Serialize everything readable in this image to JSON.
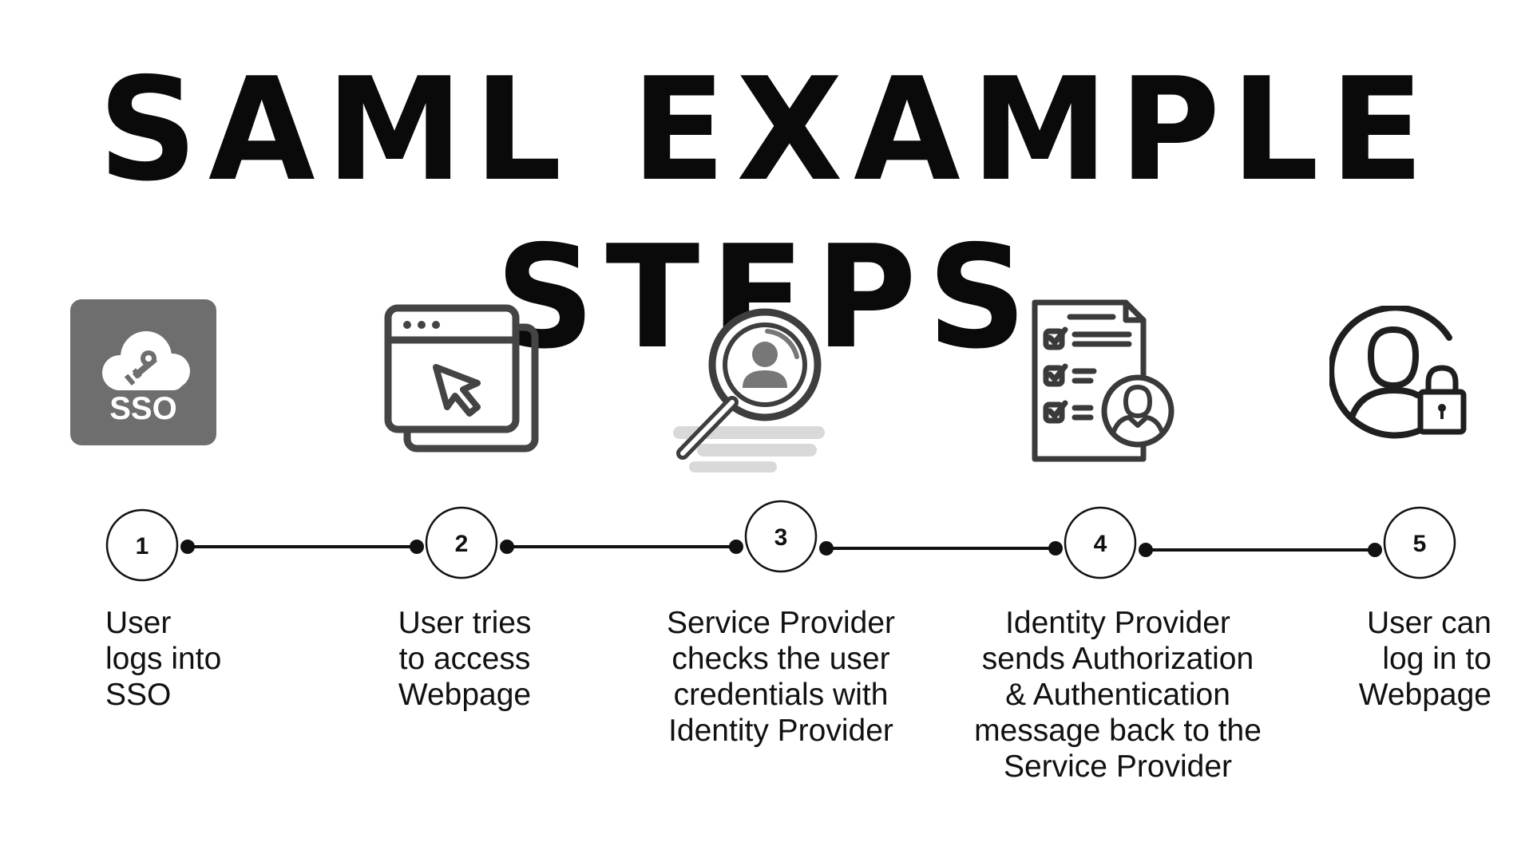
{
  "title": "SAML EXAMPLE STEPS",
  "colors": {
    "text": "#111111",
    "icon_stroke": "#444444",
    "sso_tile": "#6e6e6e",
    "timeline": "#111111"
  },
  "steps": [
    {
      "number": "1",
      "icon": "sso-cloud-key-icon",
      "icon_label": "SSO",
      "text": "User\nlogs into\nSSO"
    },
    {
      "number": "2",
      "icon": "browser-cursor-icon",
      "text": "User tries\nto access\nWebpage"
    },
    {
      "number": "3",
      "icon": "magnifier-user-icon",
      "text": "Service Provider\nchecks the user\ncredentials with\nIdentity Provider"
    },
    {
      "number": "4",
      "icon": "checklist-user-icon",
      "text": "Identity Provider\nsends Authorization\n& Authentication\nmessage back to the\nService Provider"
    },
    {
      "number": "5",
      "icon": "user-lock-icon",
      "text": "User can\nlog in to\nWebpage"
    }
  ]
}
